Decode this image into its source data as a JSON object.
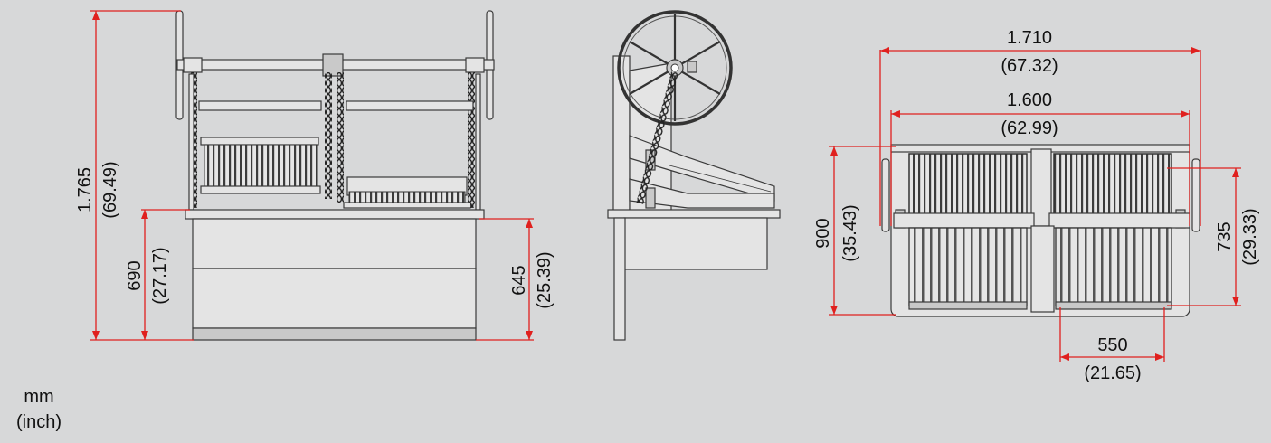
{
  "dimensions": {
    "front_height_total": {
      "mm": "1.765",
      "inch": "(69.49)"
    },
    "front_counter_height": {
      "mm": "690",
      "inch": "(27.17)"
    },
    "front_cabinet_height": {
      "mm": "645",
      "inch": "(25.39)"
    },
    "top_width_outer": {
      "mm": "1.710",
      "inch": "(67.32)"
    },
    "top_width_inner": {
      "mm": "1.600",
      "inch": "(62.99)"
    },
    "top_depth_outer": {
      "mm": "900",
      "inch": "(35.43)"
    },
    "top_depth_inner": {
      "mm": "735",
      "inch": "(29.33)"
    },
    "top_grill_width": {
      "mm": "550",
      "inch": "(21.65)"
    }
  },
  "units_legend": {
    "primary": "mm",
    "secondary": "(inch)"
  },
  "colors": {
    "dimension_line": "#e0201e",
    "background": "#d7d8d9",
    "drawing_line": "#3a3a3a"
  }
}
